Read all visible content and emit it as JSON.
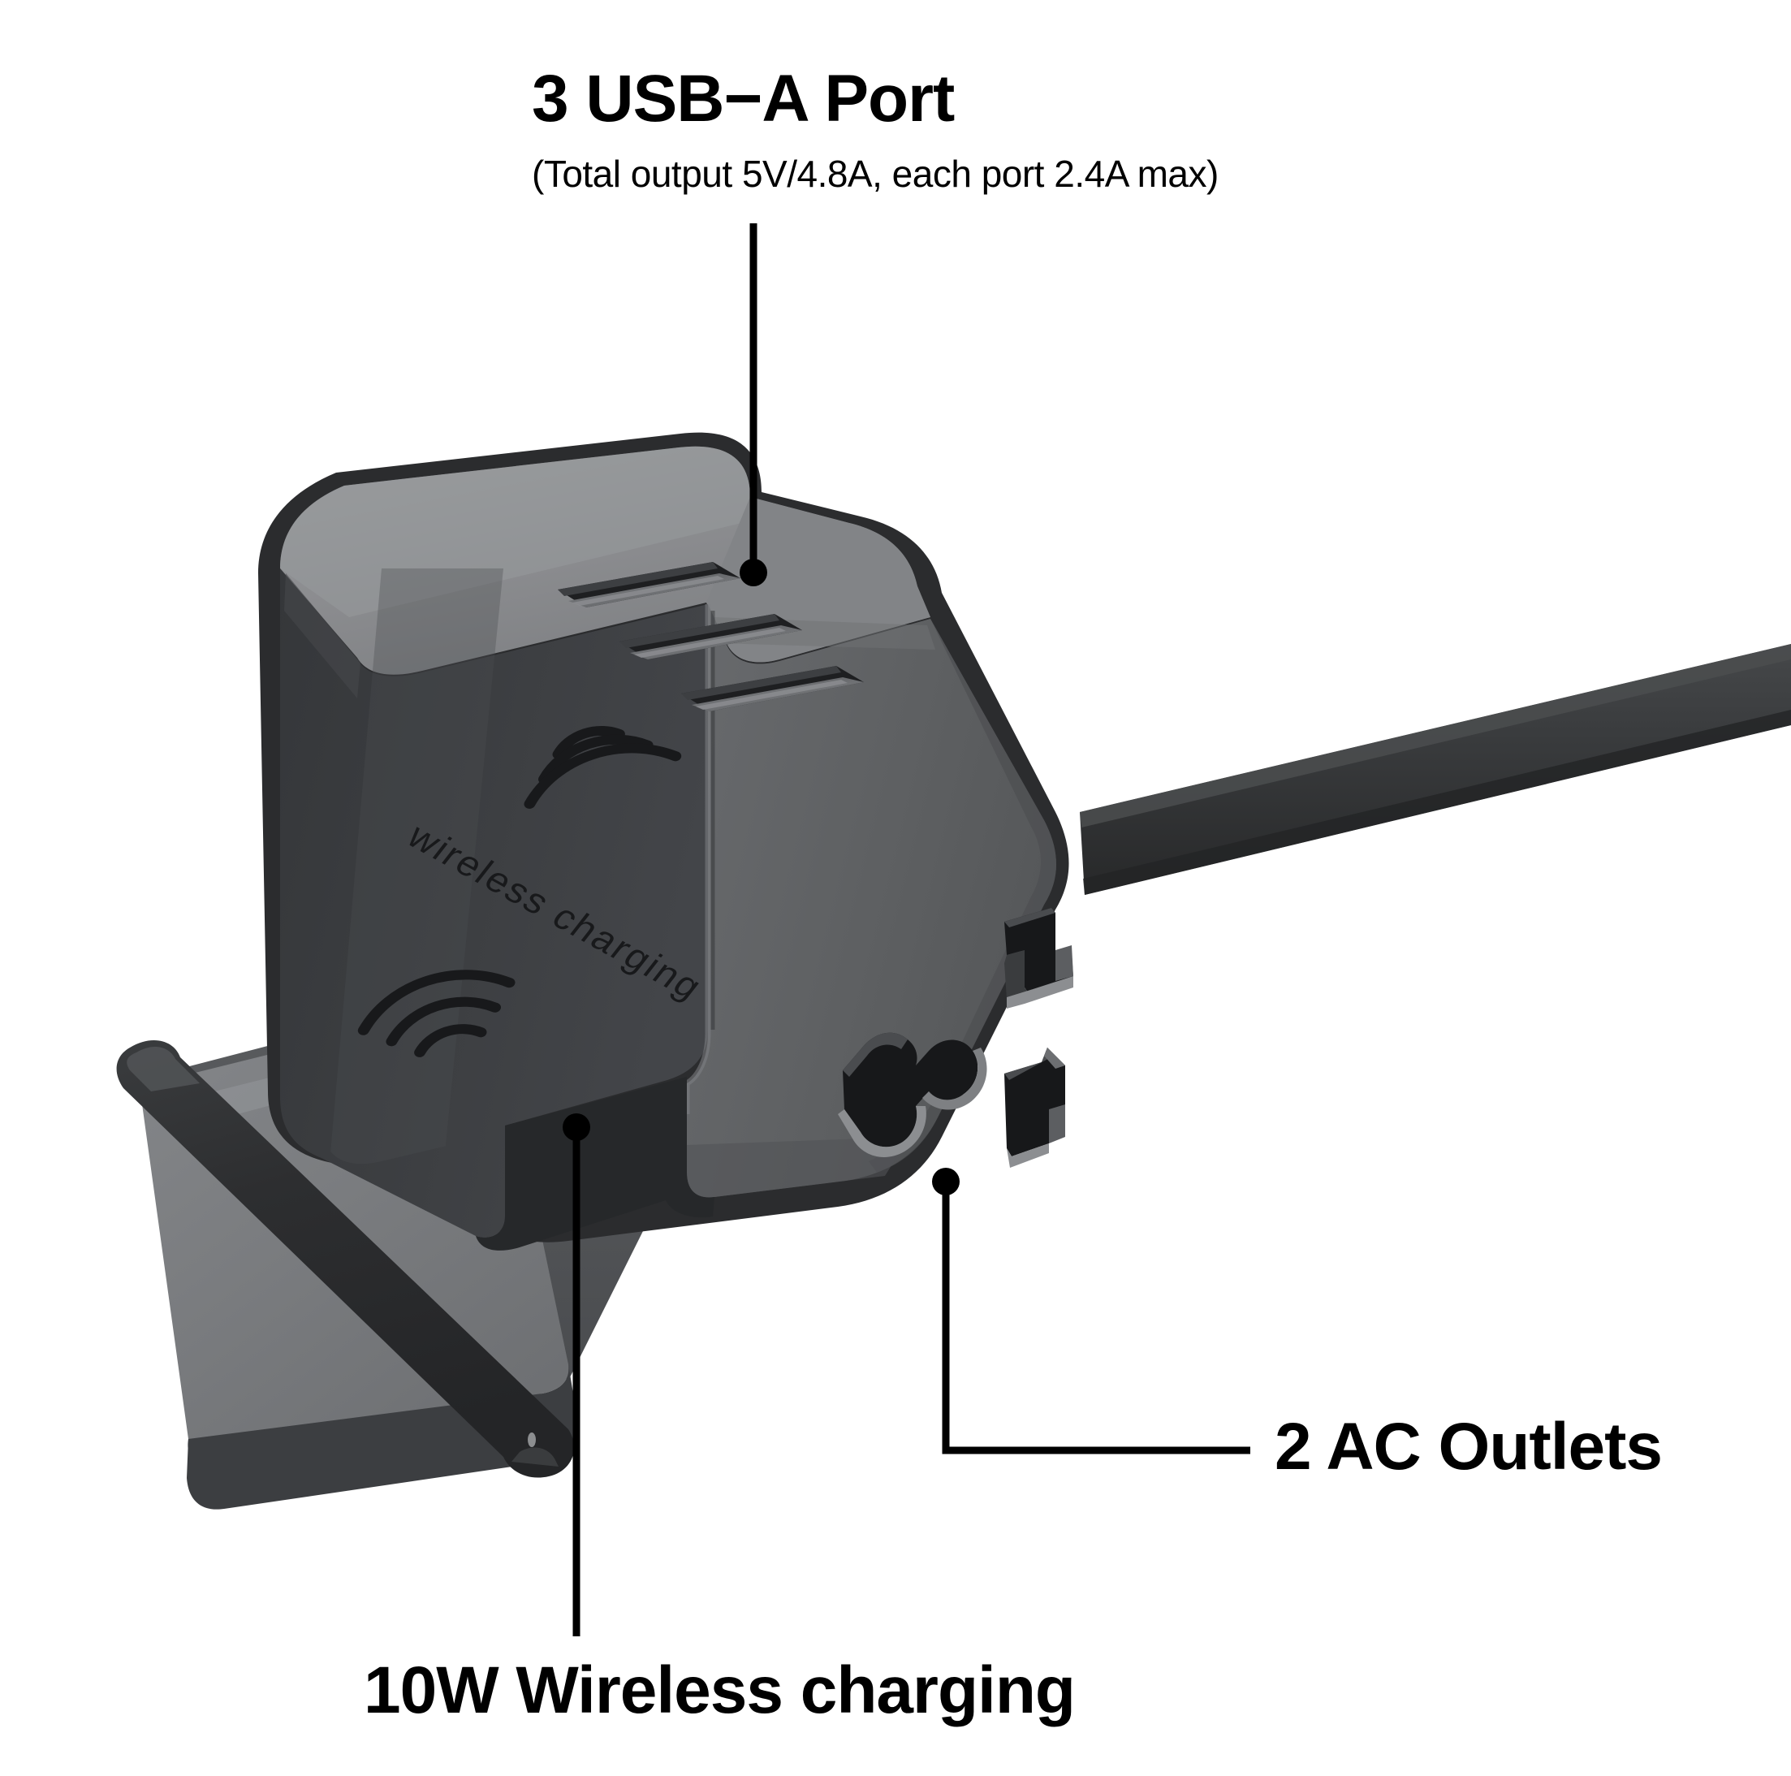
{
  "product": {
    "name": "desktop power station with wireless charging",
    "body_face_colors": {
      "top": "#8b8c8f",
      "left_front": "#3b3d40",
      "right_front": "#616365",
      "edge_dark": "#2b2c2e",
      "tray_inner": "#7c7e81",
      "tray_lip": "#2e2f31",
      "cable": "#343638",
      "socket_hole": "#1c1d1f"
    },
    "engraved_text": "wireless charging",
    "icons": {
      "wave_upper": "wireless-wave-icon",
      "wave_lower": "wireless-wave-icon"
    }
  },
  "callouts": {
    "usb": {
      "title": "3 USB−A Port",
      "subtitle": "(Total output 5V/4.8A, each port 2.4A max)",
      "leader": "vertical-line-with-dot"
    },
    "ac": {
      "title": "2 AC Outlets",
      "leader": "elbow-line-with-dot"
    },
    "wireless": {
      "title": "10W Wireless charging",
      "leader": "vertical-line-with-dot"
    }
  },
  "counts": {
    "usb_ports": 3,
    "ac_outlets": 2,
    "wireless_watts": "10W"
  },
  "colors": {
    "background": "#ffffff",
    "text": "#000000",
    "leader": "#000000"
  }
}
